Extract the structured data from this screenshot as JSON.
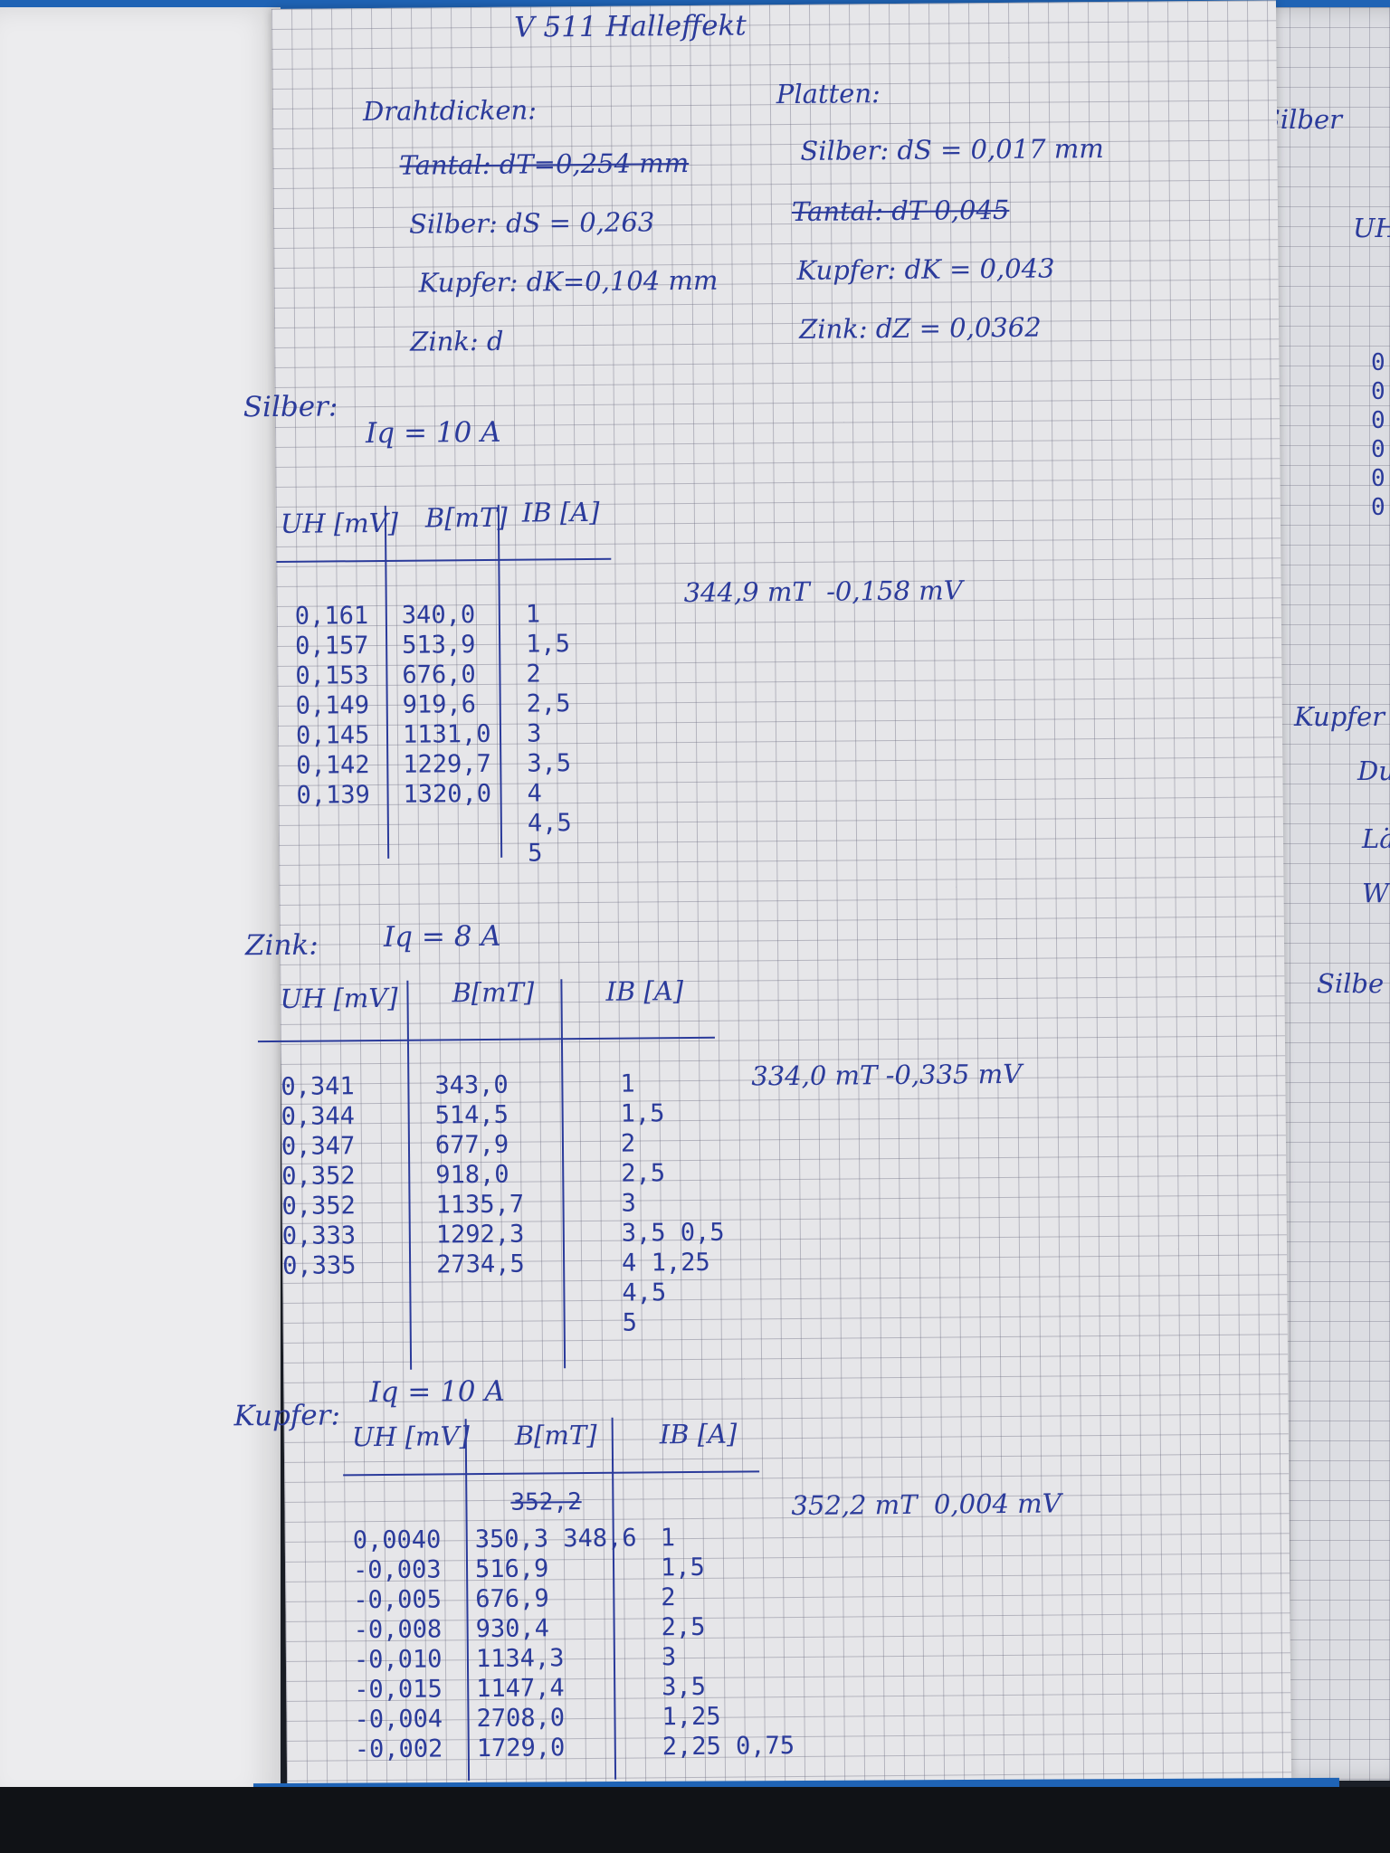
{
  "page_title": "V 511 Halleffekt",
  "wire_heading": "Drahtdicken:",
  "wire": {
    "tantal": "Tantal: dT=0,254 mm",
    "silber": "Silber: dS = 0,263",
    "kupfer": "Kupfer: dK=0,104 mm",
    "zink": "Zink: d"
  },
  "plates_heading": "Platten:",
  "plates": {
    "silber": "Silber: dS = 0,017 mm",
    "tantal": "Tantal: dT 0,045",
    "kupfer": "Kupfer: dK = 0,043",
    "zink": "Zink: dZ = 0,0362"
  },
  "silber": {
    "label": "Silber:",
    "current": "Iq = 10 A",
    "headers": [
      "UH [mV]",
      "B[mT]",
      "IB [A]"
    ],
    "uh": [
      "0,161",
      "0,157",
      "0,153",
      "0,149",
      "0,145",
      "0,142",
      "0,139"
    ],
    "b": [
      "340,0",
      "513,9",
      "676,0",
      "919,6",
      "1131,0",
      "1229,7",
      "1320,0"
    ],
    "ib": [
      "1",
      "1,5",
      "2",
      "2,5",
      "3",
      "3,5",
      "4",
      "4,5",
      "5"
    ],
    "note": "344,9 mT  -0,158 mV"
  },
  "zink": {
    "label": "Zink:",
    "current": "Iq = 8 A",
    "headers": [
      "UH [mV]",
      "B[mT]",
      "IB [A]"
    ],
    "uh": [
      "0,341",
      "0,344",
      "0,347",
      "0,352",
      "0,352",
      "0,333",
      "0,335"
    ],
    "b": [
      "343,0",
      "514,5",
      "677,9",
      "918,0",
      "1135,7",
      "1292,3",
      "2734,5"
    ],
    "ib": [
      "1",
      "1,5",
      "2",
      "2,5",
      "3",
      "3,5 0,5",
      "4 1,25",
      "4,5",
      "5"
    ],
    "note": "334,0 mT -0,335 mV"
  },
  "kupfer": {
    "label": "Kupfer:",
    "current": "Iq = 10 A",
    "headers": [
      "UH [mV]",
      "B[mT]",
      "IB [A]"
    ],
    "uh": [
      "0,0040",
      "-0,003",
      "-0,005",
      "-0,008",
      "-0,010",
      "-0,015",
      "-0,004",
      "-0,002"
    ],
    "b_crossed": "352,2",
    "b": [
      "350,3 348,6",
      "516,9",
      "676,9",
      "930,4",
      "1134,3",
      "1147,4",
      "2708,0",
      "1729,0"
    ],
    "ib": [
      "1",
      "1,5",
      "2",
      "2,5",
      "3",
      "3,5",
      "1,25",
      "2,25 0,75"
    ],
    "note": "352,2 mT  0,004 mV"
  },
  "right_page": [
    "Silber",
    "UH",
    "0",
    "0",
    "0",
    "0",
    "0",
    "0",
    "Kupfer",
    "Du",
    "Lä",
    "W",
    "Silbe"
  ]
}
